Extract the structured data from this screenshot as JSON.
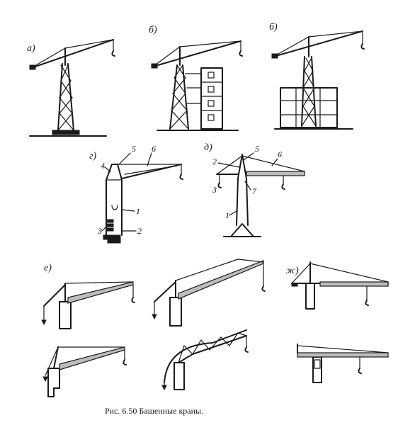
{
  "figure": {
    "caption": "Рис. 6.50 Башенные краны."
  },
  "panels": {
    "a": "а)",
    "b1": "б)",
    "b2": "б)",
    "g": "г)",
    "d": "д)",
    "e": "е)",
    "zh": "ж)"
  },
  "callouts": {
    "g": [
      "1",
      "2",
      "3",
      "4",
      "5",
      "6"
    ],
    "d": [
      "1",
      "2",
      "3",
      "5",
      "6",
      "7"
    ]
  }
}
